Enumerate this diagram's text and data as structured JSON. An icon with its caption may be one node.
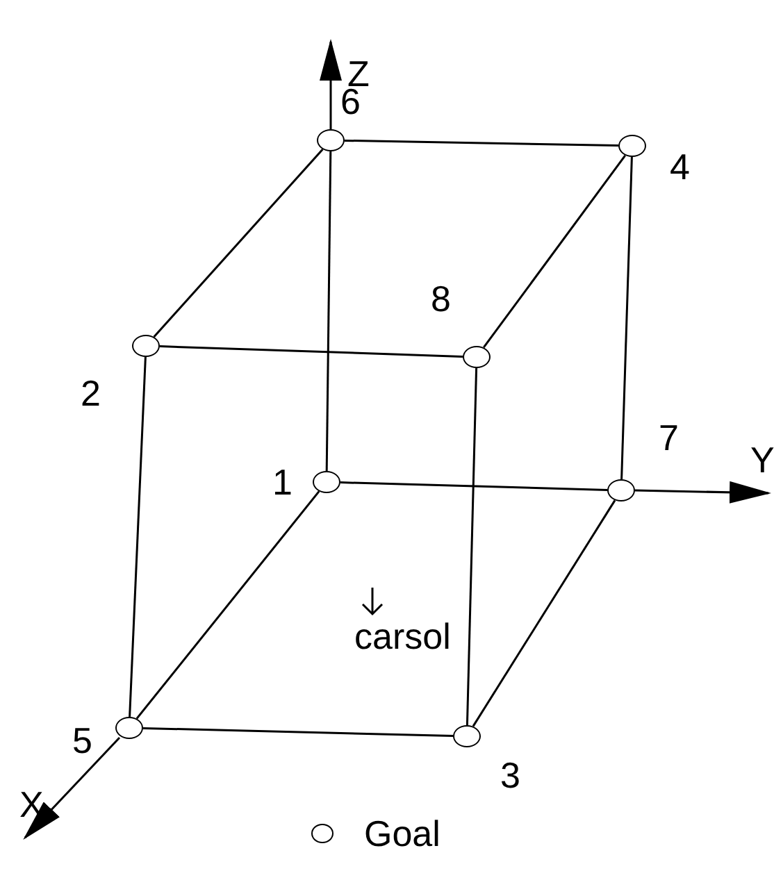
{
  "diagram": {
    "nodes": [
      {
        "text": [],
        "shape": "circle",
        "beside": [
          "6"
        ]
      },
      {
        "text": [],
        "shape": "circle",
        "beside": [
          "4"
        ]
      },
      {
        "text": [],
        "shape": "circle",
        "beside": [
          "2"
        ]
      },
      {
        "text": [],
        "shape": "circle",
        "beside": [
          "8"
        ]
      },
      {
        "text": [],
        "shape": "circle",
        "beside": [
          "1"
        ]
      },
      {
        "text": [],
        "shape": "circle",
        "beside": [
          "7"
        ]
      },
      {
        "text": [],
        "shape": "circle",
        "beside": [
          "5"
        ]
      },
      {
        "text": [],
        "shape": "circle",
        "beside": [
          "3"
        ]
      }
    ],
    "edges": [
      {
        "from": 0,
        "to": 1,
        "arrow": "none"
      },
      {
        "from": 0,
        "to": 2,
        "arrow": "none"
      },
      {
        "from": 1,
        "to": 3,
        "arrow": "none"
      },
      {
        "from": 2,
        "to": 3,
        "arrow": "none"
      },
      {
        "from": 0,
        "to": 4,
        "arrow": "none"
      },
      {
        "from": 1,
        "to": 5,
        "arrow": "none"
      },
      {
        "from": 2,
        "to": 6,
        "arrow": "none"
      },
      {
        "from": 3,
        "to": 7,
        "arrow": "none"
      },
      {
        "from": 4,
        "to": 5,
        "arrow": "none"
      },
      {
        "from": 4,
        "to": 6,
        "arrow": "none"
      },
      {
        "from": 5,
        "to": 7,
        "arrow": "none"
      },
      {
        "from": 6,
        "to": 7,
        "arrow": "none"
      }
    ],
    "labels": [
      "Z",
      "Y",
      "carsol",
      "X"
    ],
    "legend": [
      {
        "text": "Goal"
      }
    ]
  }
}
